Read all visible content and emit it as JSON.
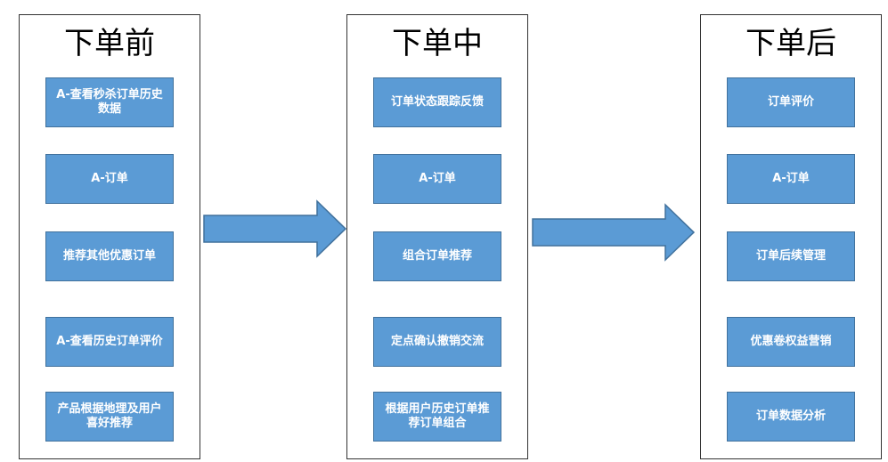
{
  "columns": [
    {
      "title": "下单前",
      "items": [
        "A-查看秒杀订单历史数据",
        "A-订单",
        "推荐其他优惠订单",
        "A-查看历史订单评价",
        "产品根据地理及用户喜好推荐"
      ]
    },
    {
      "title": "下单中",
      "items": [
        "订单状态跟踪反馈",
        "A-订单",
        "组合订单推荐",
        "定点确认撤销交流",
        "根据用户历史订单推荐订单组合"
      ]
    },
    {
      "title": "下单后",
      "items": [
        "订单评价",
        "A-订单",
        "订单后续管理",
        "优惠卷权益营销",
        "订单数据分析"
      ]
    }
  ],
  "colors": {
    "box_fill": "#5b9bd5",
    "box_border": "#41719c",
    "box_text": "#ffffff"
  }
}
